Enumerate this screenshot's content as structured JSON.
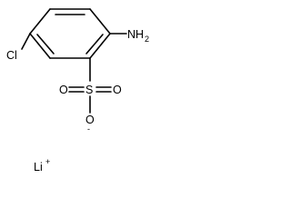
{
  "molecule": {
    "atoms": {
      "cl": "Cl",
      "nh2": "NH",
      "nh2_sub": "2",
      "s": "S",
      "o_left": "O",
      "o_right": "O",
      "o_minus": "O",
      "o_minus_charge": "-",
      "li": "Li",
      "li_charge": "+"
    }
  }
}
